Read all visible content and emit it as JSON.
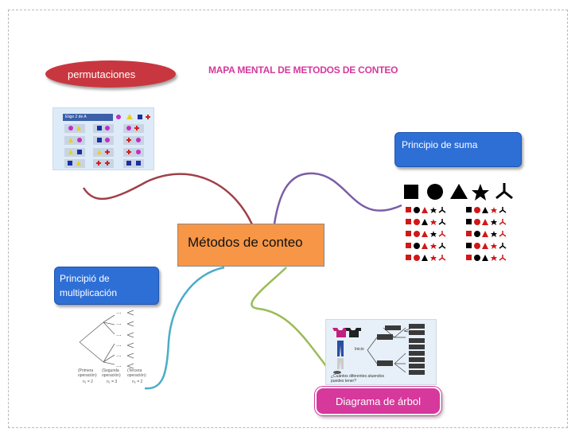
{
  "title": "MAPA MENTAL DE METODOS DE CONTEO",
  "nodes": {
    "center": "Métodos de conteo",
    "permutaciones": "permutaciones",
    "suma": "Principio de suma",
    "multiplicacion_line1": "Principió de",
    "multiplicacion_line2": "multiplicación",
    "arbol": "Diagrama de árbol"
  },
  "colors": {
    "title": "#d6389c",
    "center_fill": "#f79646",
    "oval_fill": "#c8373f",
    "blue_fill": "#2e6fd6",
    "pink_fill": "#d6389c",
    "line_perm": "#a0404a",
    "line_suma": "#7b5ea7",
    "line_mult": "#4bacc6",
    "line_arbol": "#9bbb59"
  },
  "perm_image": {
    "header": "Elige 2 de A"
  },
  "tree_image": {
    "question": "¿Cuántos diferentes atuendos puedes tener?",
    "inicio": "Inicio"
  },
  "mult_image": {
    "captions": [
      "(Primera operación)",
      "(Segunda operación)",
      "(Tercera operación)"
    ],
    "counts": [
      "n₁ = 2",
      "n₂ = 3",
      "n₃ = 2"
    ]
  }
}
